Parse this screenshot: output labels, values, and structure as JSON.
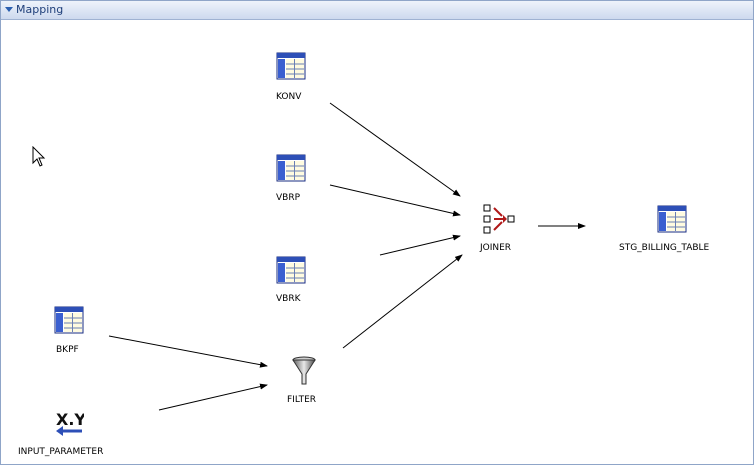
{
  "panel": {
    "title": "Mapping"
  },
  "nodes": {
    "konv": {
      "label": "KONV",
      "icon": "table-icon"
    },
    "vbrp": {
      "label": "VBRP",
      "icon": "table-icon"
    },
    "vbrk": {
      "label": "VBRK",
      "icon": "table-icon"
    },
    "bkpf": {
      "label": "BKPF",
      "icon": "table-icon"
    },
    "input_parameter": {
      "label": "INPUT_PARAMETER",
      "icon": "parameter-icon"
    },
    "filter": {
      "label": "FILTER",
      "icon": "filter-funnel-icon"
    },
    "joiner": {
      "label": "JOINER",
      "icon": "joiner-icon"
    },
    "stg_billing_table": {
      "label": "STG_BILLING_TABLE",
      "icon": "table-icon"
    }
  },
  "edges": [
    {
      "from": "KONV",
      "to": "JOINER"
    },
    {
      "from": "VBRP",
      "to": "JOINER"
    },
    {
      "from": "VBRK",
      "to": "JOINER"
    },
    {
      "from": "FILTER",
      "to": "JOINER"
    },
    {
      "from": "BKPF",
      "to": "FILTER"
    },
    {
      "from": "INPUT_PARAMETER",
      "to": "FILTER"
    },
    {
      "from": "JOINER",
      "to": "STG_BILLING_TABLE"
    }
  ],
  "colors": {
    "header_gradient_top": "#eef3fb",
    "header_gradient_bottom": "#cdd9ee",
    "table_icon_blue": "#2d4fb7",
    "joiner_red": "#b01818"
  }
}
